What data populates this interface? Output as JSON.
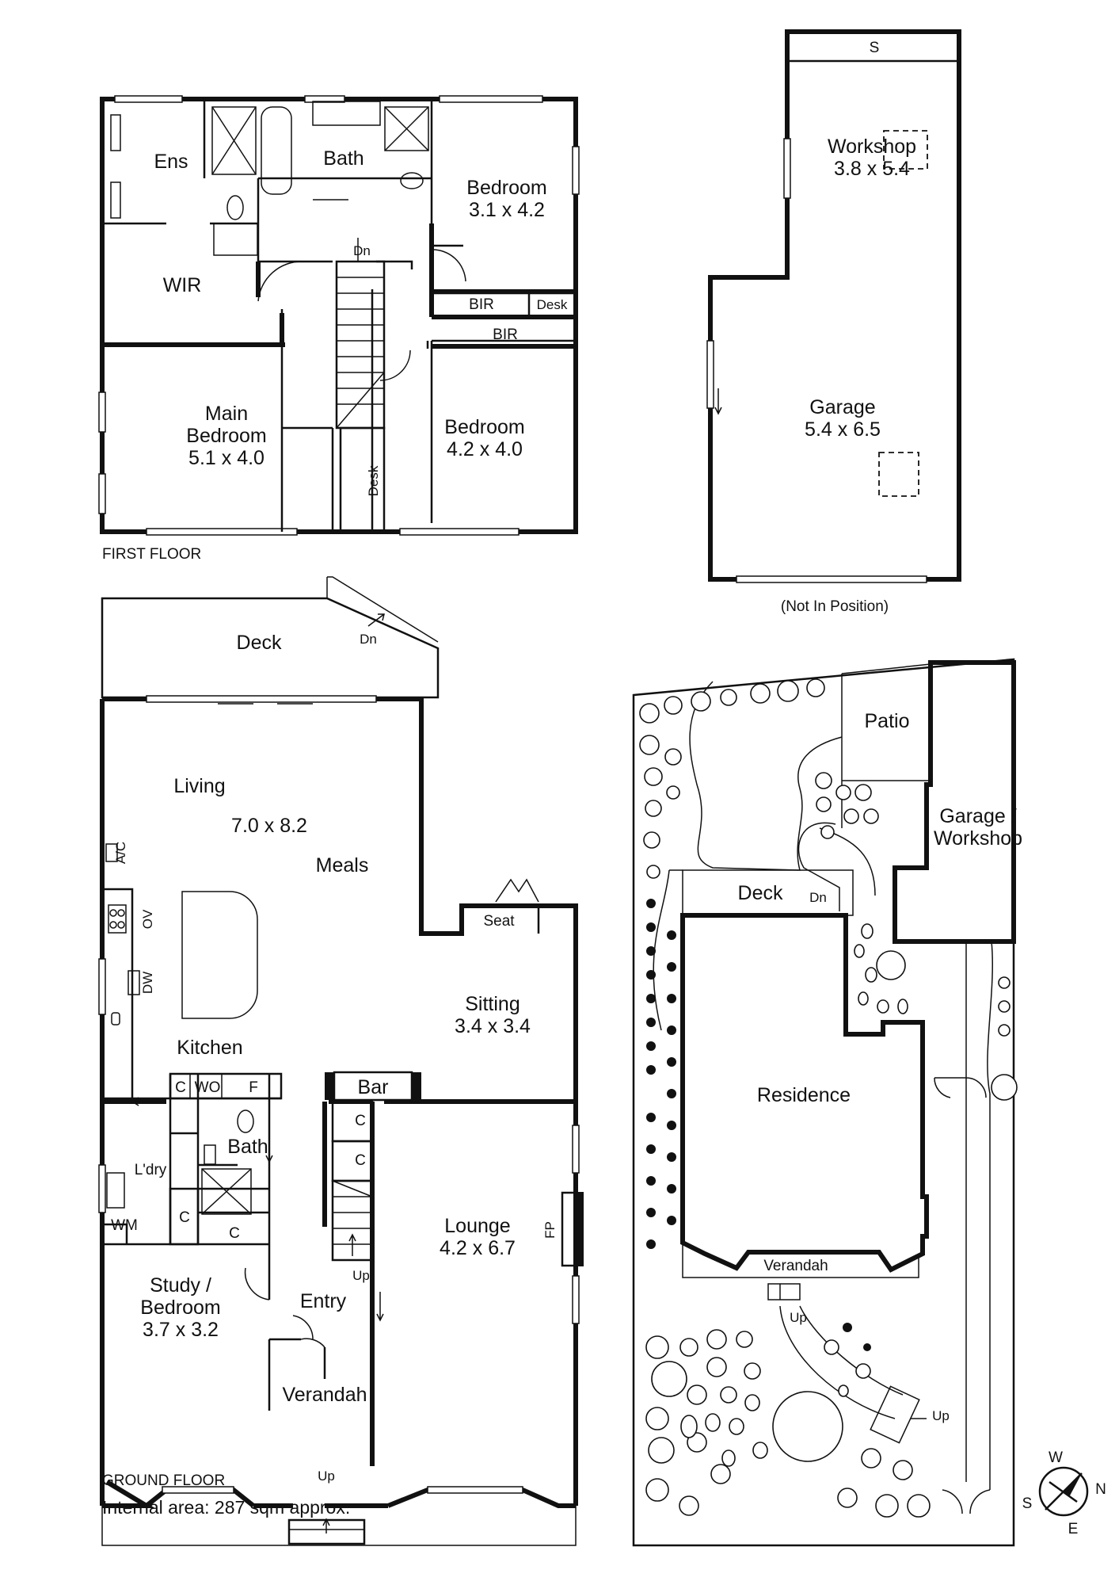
{
  "first_floor": {
    "caption": "FIRST FLOOR",
    "rooms": [
      {
        "name": "Ens",
        "dim": ""
      },
      {
        "name": "Bath",
        "dim": ""
      },
      {
        "name": "Bedroom",
        "dim": "3.1 x 4.2"
      },
      {
        "name": "WIR",
        "dim": ""
      },
      {
        "name": "Main",
        "name2": "Bedroom",
        "dim": "5.1 x 4.0"
      },
      {
        "name": "Bedroom",
        "dim": "4.2 x 4.0"
      },
      {
        "name": "BIR",
        "dim": ""
      },
      {
        "name": "BIR",
        "dim": ""
      },
      {
        "name": "Desk",
        "dim": ""
      },
      {
        "name": "Desk",
        "dim": ""
      }
    ],
    "stair_label": "Dn"
  },
  "outbuilding": {
    "rooms": [
      {
        "name": "Workshop",
        "dim": "3.8 x 5.4"
      },
      {
        "name": "Garage",
        "dim": "5.4 x 6.5"
      }
    ],
    "shelf_label": "S",
    "note": "(Not In Position)"
  },
  "ground_floor": {
    "caption": "GROUND FLOOR",
    "area_note": "Internal area: 287 sqm approx.",
    "rooms": [
      {
        "name": "Deck"
      },
      {
        "name": "Living"
      },
      {
        "name": "7.0 x 8.2"
      },
      {
        "name": "Meals"
      },
      {
        "name": "Seat"
      },
      {
        "name": "Sitting",
        "dim": "3.4 x 3.4"
      },
      {
        "name": "Kitchen"
      },
      {
        "name": "Bar"
      },
      {
        "name": "Bath"
      },
      {
        "name": "L'dry"
      },
      {
        "name": "WM"
      },
      {
        "name": "Lounge",
        "dim": "4.2 x 6.7"
      },
      {
        "name": "Study /",
        "name2": "Bedroom",
        "dim": "3.7 x 3.2"
      },
      {
        "name": "Entry"
      },
      {
        "name": "Verandah"
      }
    ],
    "fixtures": {
      "ac": "A/C",
      "ov": "OV",
      "dw": "DW",
      "c": "C",
      "wo": "WO",
      "f": "F",
      "fp": "FP"
    },
    "stair_dn": "Dn",
    "stair_up": "Up",
    "verandah_up": "Up"
  },
  "site_plan": {
    "labels": {
      "patio": "Patio",
      "garage1": "Garage /",
      "garage2": "Workshop",
      "deck": "Deck",
      "deck_dn": "Dn",
      "residence": "Residence",
      "verandah": "Verandah",
      "up1": "Up",
      "up2": "Up"
    },
    "compass": {
      "w": "W",
      "n": "N",
      "s": "S",
      "e": "E"
    }
  }
}
